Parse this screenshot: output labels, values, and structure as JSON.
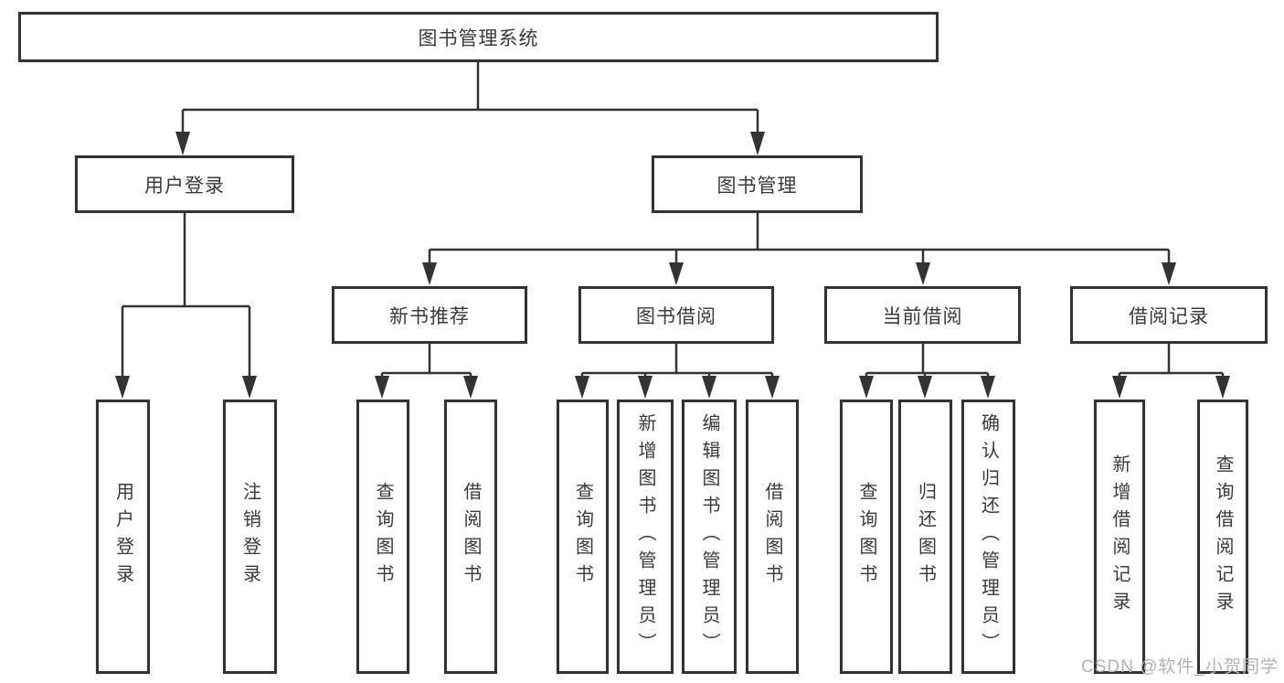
{
  "root": {
    "label": "图书管理系统"
  },
  "level2": [
    {
      "label": "用户登录"
    },
    {
      "label": "图书管理"
    }
  ],
  "level3": [
    {
      "label": "新书推荐"
    },
    {
      "label": "图书借阅"
    },
    {
      "label": "当前借阅"
    },
    {
      "label": "借阅记录"
    }
  ],
  "leaves": [
    {
      "label": "用户登录"
    },
    {
      "label": "注销登录"
    },
    {
      "label": "查询图书"
    },
    {
      "label": "借阅图书"
    },
    {
      "label": "查询图书"
    },
    {
      "label": "新增图书（管理员）"
    },
    {
      "label": "编辑图书（管理员）"
    },
    {
      "label": "借阅图书"
    },
    {
      "label": "查询图书"
    },
    {
      "label": "归还图书"
    },
    {
      "label": "确认归还（管理员）"
    },
    {
      "label": "新增借阅记录"
    },
    {
      "label": "查询借阅记录"
    }
  ],
  "watermark": {
    "text": "CSDN @软件_小贺同学"
  },
  "colors": {
    "border": "#333333",
    "line": "#333333",
    "text": "#3a3a3a",
    "watermark": "#b3b3b3",
    "background": "#ffffff"
  }
}
